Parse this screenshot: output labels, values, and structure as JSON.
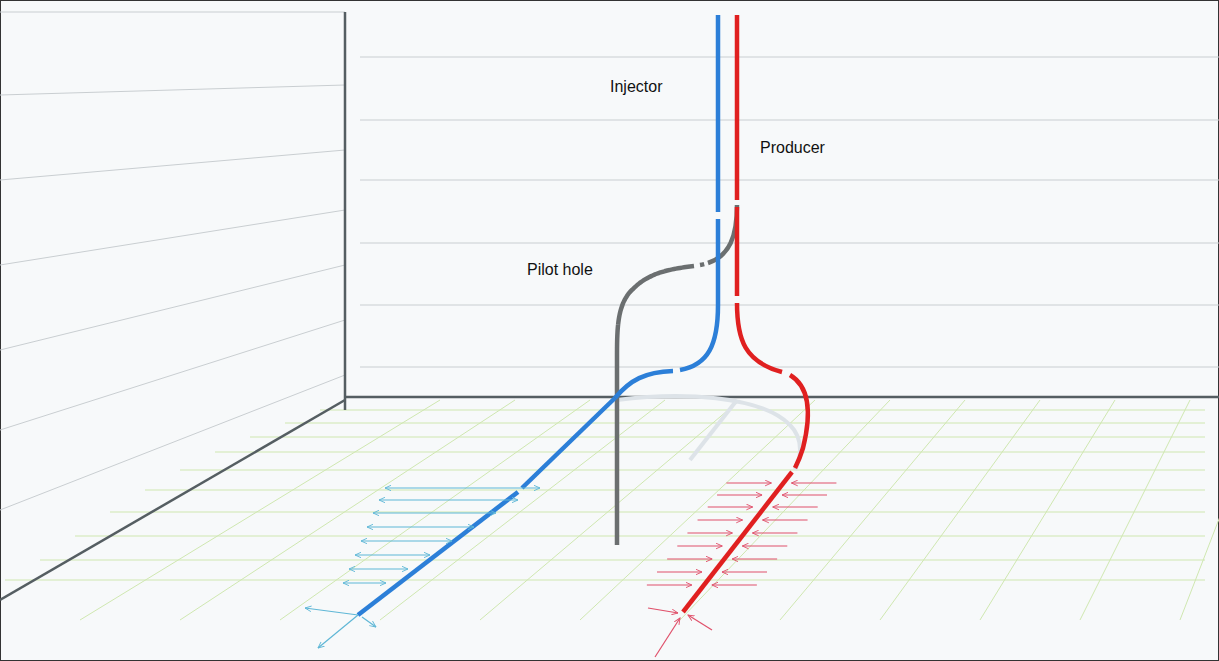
{
  "diagram": {
    "labels": [
      "Injector",
      "Producer",
      "Pilot hole"
    ]
  }
}
